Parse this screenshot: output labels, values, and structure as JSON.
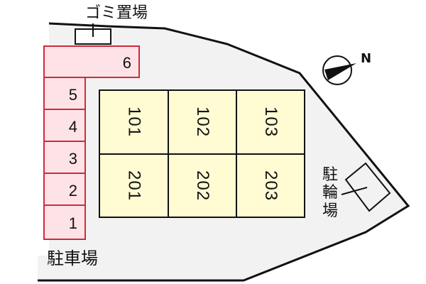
{
  "labels": {
    "garbage": "ゴミ置場",
    "parking": "駐車場",
    "bicycle": [
      "駐",
      "輪",
      "場"
    ],
    "north": "N"
  },
  "parking_spaces": [
    "6",
    "5",
    "4",
    "3",
    "2",
    "1"
  ],
  "rooms": {
    "floor1": [
      "101",
      "102",
      "103"
    ],
    "floor2": [
      "201",
      "202",
      "203"
    ]
  },
  "colors": {
    "site_fill": "#f2f2f2",
    "parking_fill": "#fde3e8",
    "parking_border": "#cf2a3a",
    "room_fill": "#fffbd3",
    "line": "#111111"
  },
  "icons": [
    "compass-north-icon",
    "garbage-box-icon",
    "bicycle-shed-icon"
  ]
}
